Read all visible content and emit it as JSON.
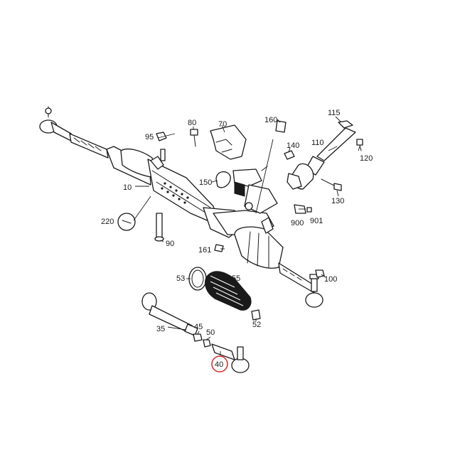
{
  "labels": [
    {
      "id": "10",
      "text": "10"
    },
    {
      "id": "35",
      "text": "35"
    },
    {
      "id": "40",
      "text": "40"
    },
    {
      "id": "45",
      "text": "45"
    },
    {
      "id": "50",
      "text": "50"
    },
    {
      "id": "52",
      "text": "52"
    },
    {
      "id": "53",
      "text": "53"
    },
    {
      "id": "55",
      "text": "55"
    },
    {
      "id": "70",
      "text": "70"
    },
    {
      "id": "80",
      "text": "80"
    },
    {
      "id": "90",
      "text": "90"
    },
    {
      "id": "95",
      "text": "95"
    },
    {
      "id": "100",
      "text": "100"
    },
    {
      "id": "110",
      "text": "110"
    },
    {
      "id": "115",
      "text": "115"
    },
    {
      "id": "120",
      "text": "120"
    },
    {
      "id": "130",
      "text": "130"
    },
    {
      "id": "140",
      "text": "140"
    },
    {
      "id": "150",
      "text": "150"
    },
    {
      "id": "160",
      "text": "160"
    },
    {
      "id": "161",
      "text": "161"
    },
    {
      "id": "220",
      "text": "220"
    },
    {
      "id": "900",
      "text": "900"
    },
    {
      "id": "901",
      "text": "901"
    }
  ],
  "highlighted_part": "40",
  "colors": {
    "line": "#1a1a1a",
    "highlight": "#d42a2a",
    "background": "#ffffff"
  }
}
